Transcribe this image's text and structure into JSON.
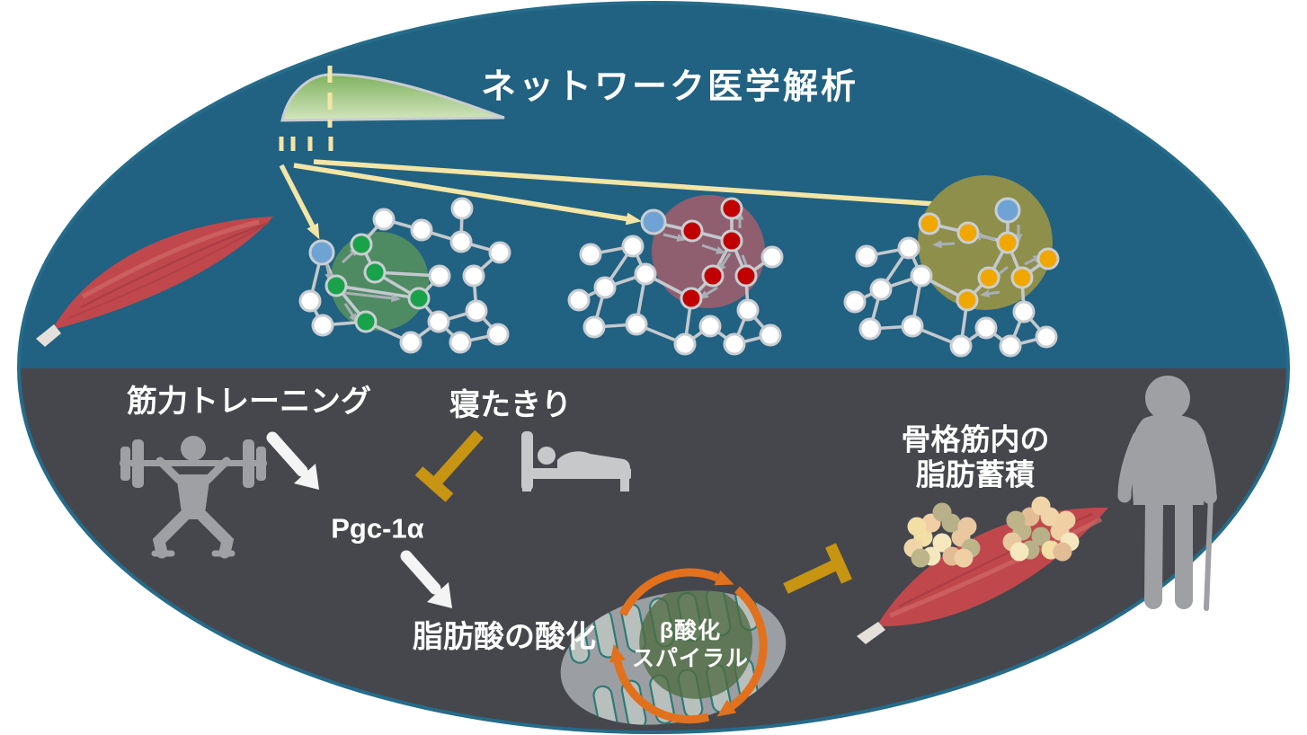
{
  "title": "ネットワーク医学解析",
  "labels": {
    "training": "筋力トレーニング",
    "bedridden": "寝たきり",
    "pgc": "Pgc-1α",
    "fatty_acid_oxidation": "脂肪酸の酸化",
    "beta_oxidation_line1": "β酸化",
    "beta_oxidation_line2": "スパイラル",
    "fat_accumulation_line1": "骨格筋内の",
    "fat_accumulation_line2": "脂肪蓄積"
  },
  "colors": {
    "top_background": "#216181",
    "bottom_background": "#45474D",
    "ellipse_border": "#256B8A",
    "mapping_arrow_yellow": "#F3E5A5",
    "inhibition_gold": "#C79512",
    "cycle_orange": "#E2711D",
    "cluster_green": "#4E8B63",
    "cluster_maroon": "#8F5F6F",
    "cluster_olive": "#8D8F4B",
    "node_green": "#1AA24B",
    "node_red": "#C00000",
    "node_yellow": "#F0A800",
    "node_blue": "#6FA3D3",
    "node_stroke": "#C9CED3",
    "edge_gray": "#C4C9CE",
    "icon_gray": "#9EA0A3",
    "bed_gray": "#C6C8CA",
    "muscle_red": "#C0484C",
    "curve_green_top": "#7FB25F",
    "curve_green_bottom": "#D3E6BE",
    "text_white": "#FFFFFF",
    "fat_cell_colors": [
      "#F6E8BE",
      "#E9C8A0",
      "#F3DFA5",
      "#B7B089",
      "#EFCFA3",
      "#BDB489",
      "#F0D5A8",
      "#E2BC95"
    ]
  },
  "icons": [
    "muscle-icon",
    "distribution-curve-icon",
    "network-module-icon",
    "seed-node-icon",
    "weightlifter-icon",
    "bed-icon",
    "inhibition-tbar-icon",
    "mitochondria-icon",
    "beta-oxidation-cycle-icon",
    "muscle-fat-icon",
    "elderly-person-icon"
  ],
  "networks": [
    {
      "name": "green-module",
      "cluster_color": "#4E8B63",
      "node_color": "#1AA24B"
    },
    {
      "name": "red-module",
      "cluster_color": "#8F5F6F",
      "node_color": "#C00000"
    },
    {
      "name": "yellow-module",
      "cluster_color": "#8D8F4B",
      "node_color": "#F0A800"
    }
  ]
}
